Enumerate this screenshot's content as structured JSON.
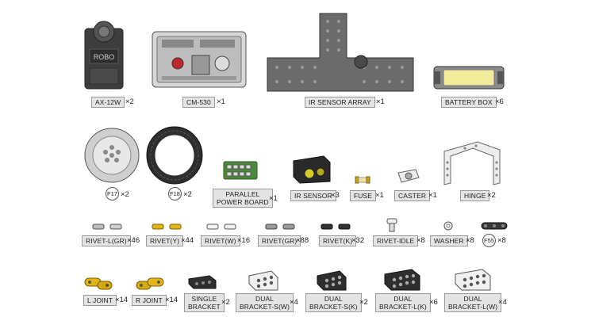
{
  "colors": {
    "label_bg": "#e4e4e4",
    "dark_part": "#3a3a3a",
    "gray_part": "#6a6a6a",
    "yellow": "#e3b515",
    "board_green": "#4a8a3a"
  },
  "parts": {
    "ax12w": {
      "label": "AX-12W",
      "qty": "×2",
      "icon": "servo-motor-icon"
    },
    "cm530": {
      "label": "CM-530",
      "qty": "×1",
      "icon": "controller-icon"
    },
    "ir_array": {
      "label": "IR SENSOR ARRAY",
      "qty": "×1",
      "icon": "ir-sensor-array-icon"
    },
    "battery_box": {
      "label": "BATTERY BOX",
      "qty": "×6",
      "icon": "battery-box-icon"
    },
    "f17": {
      "label": "F17",
      "qty": "×2",
      "icon": "wheel-hub-icon"
    },
    "f18": {
      "label": "F18",
      "qty": "×2",
      "icon": "tire-icon"
    },
    "parallel": {
      "label_line1": "PARALLEL",
      "label_line2": "POWER BOARD",
      "qty": "×1",
      "icon": "power-board-icon"
    },
    "ir_sensor": {
      "label": "IR SENSOR",
      "qty": "×3",
      "icon": "ir-sensor-icon"
    },
    "fuse": {
      "label": "FUSE",
      "qty": "×1",
      "icon": "fuse-icon"
    },
    "caster": {
      "label": "CASTER",
      "qty": "×1",
      "icon": "caster-icon"
    },
    "hinge": {
      "label": "HINGE",
      "qty": "×2",
      "icon": "hinge-icon"
    },
    "rivet_lgr": {
      "label": "RIVET-L(GR)",
      "qty": "×46",
      "icon": "rivet-icon"
    },
    "rivet_y": {
      "label": "RIVET(Y)",
      "qty": "×44",
      "icon": "rivet-icon"
    },
    "rivet_w": {
      "label": "RIVET(W)",
      "qty": "×16",
      "icon": "rivet-icon"
    },
    "rivet_gr": {
      "label": "RIVET(GR)",
      "qty": "×88",
      "icon": "rivet-icon"
    },
    "rivet_k": {
      "label": "RIVET(K)",
      "qty": "×32",
      "icon": "rivet-icon"
    },
    "rivet_idle": {
      "label": "RIVET-IDLE",
      "qty": "×8",
      "icon": "rivet-idle-icon"
    },
    "washer": {
      "label": "WASHER",
      "qty": "×8",
      "icon": "washer-icon"
    },
    "f55": {
      "label": "F55",
      "qty": "×8",
      "icon": "link-bar-icon"
    },
    "l_joint": {
      "label": "L JOINT",
      "qty": "×14",
      "icon": "l-joint-icon"
    },
    "r_joint": {
      "label": "R JOINT",
      "qty": "×14",
      "icon": "r-joint-icon"
    },
    "single_bracket": {
      "label_line1": "SINGLE",
      "label_line2": "BRACKET",
      "qty": "×2",
      "icon": "single-bracket-icon"
    },
    "dual_sw": {
      "label_line1": "DUAL",
      "label_line2": "BRACKET-S(W)",
      "qty": "×4",
      "icon": "dual-bracket-icon"
    },
    "dual_sk": {
      "label_line1": "DUAL",
      "label_line2": "BRACKET-S(K)",
      "qty": "×2",
      "icon": "dual-bracket-icon"
    },
    "dual_lk": {
      "label_line1": "DUAL",
      "label_line2": "BRACKET-L(K)",
      "qty": "×6",
      "icon": "dual-bracket-icon"
    },
    "dual_lw": {
      "label_line1": "DUAL",
      "label_line2": "BRACKET-L(W)",
      "qty": "×4",
      "icon": "dual-bracket-icon"
    }
  }
}
